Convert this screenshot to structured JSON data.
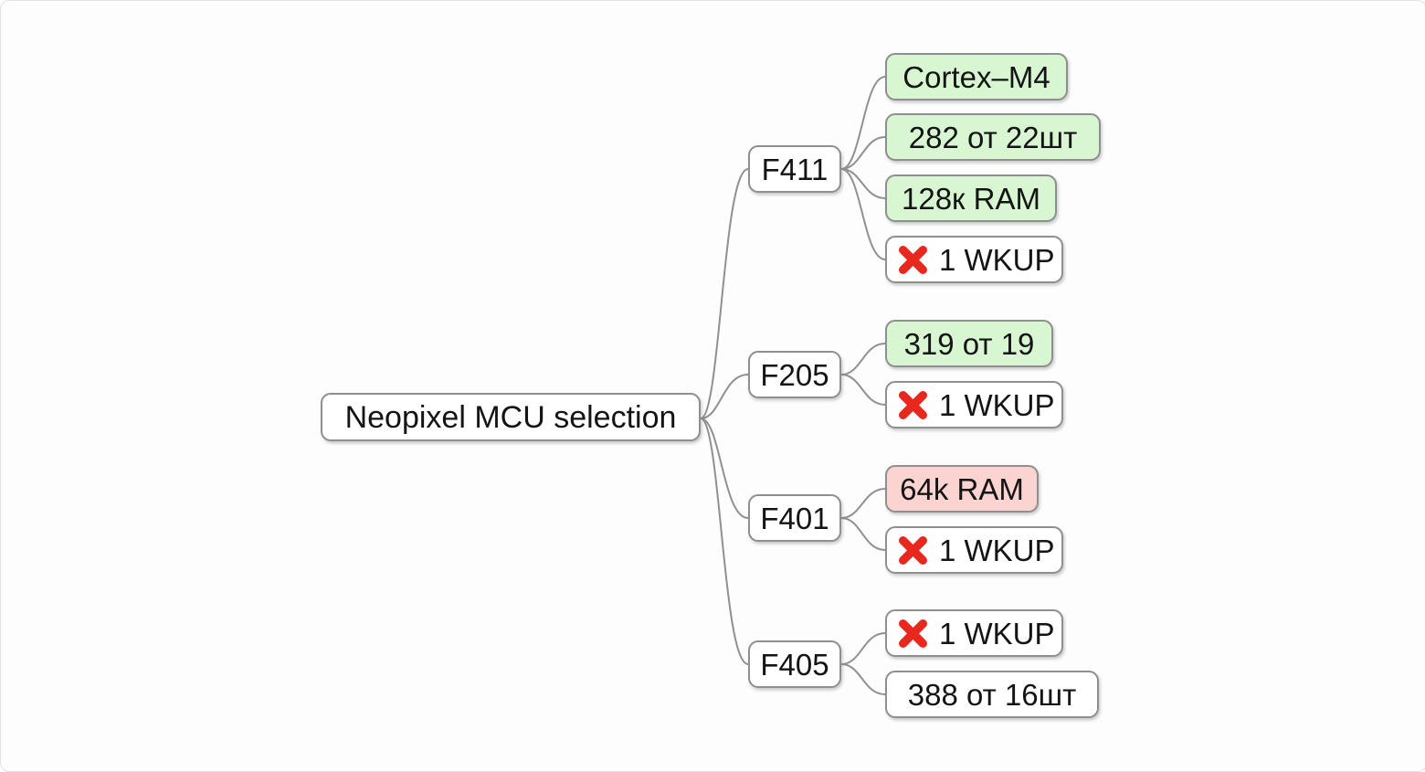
{
  "diagram": {
    "type": "mindmap",
    "colors": {
      "leaf_green": "#d8f6d2",
      "leaf_pink": "#fbd3d0",
      "node_white": "#ffffff",
      "node_border": "#8f8f8f",
      "connector": "#909090",
      "error_red": "#e8281e",
      "text": "#141414",
      "canvas_bg": "#fdfdfd"
    }
  },
  "tree": {
    "root": {
      "label": "Neopixel MCU selection"
    },
    "branches": [
      {
        "label": "F411",
        "children": [
          {
            "label": "Cortex–M4",
            "variant": "green"
          },
          {
            "label": "282 от 22шт",
            "variant": "green"
          },
          {
            "label": "128к RAM",
            "variant": "green"
          },
          {
            "label": "1 WKUP",
            "variant": "white",
            "icon": "error-x-icon"
          }
        ]
      },
      {
        "label": "F205",
        "children": [
          {
            "label": "319 от 19",
            "variant": "green"
          },
          {
            "label": "1 WKUP",
            "variant": "white",
            "icon": "error-x-icon"
          }
        ]
      },
      {
        "label": "F401",
        "children": [
          {
            "label": "64k RAM",
            "variant": "pink"
          },
          {
            "label": "1 WKUP",
            "variant": "white",
            "icon": "error-x-icon"
          }
        ]
      },
      {
        "label": "F405",
        "children": [
          {
            "label": "1 WKUP",
            "variant": "white",
            "icon": "error-x-icon"
          },
          {
            "label": "388 от 16шт",
            "variant": "white"
          }
        ]
      }
    ]
  }
}
